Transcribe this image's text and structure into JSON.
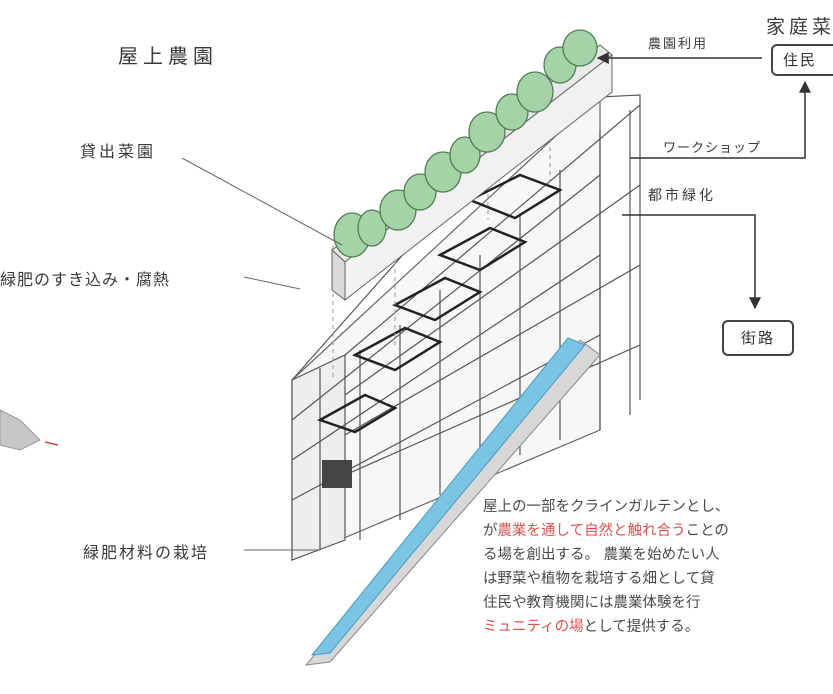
{
  "labels": {
    "rooftop_farm": "屋上農園",
    "rental_garden": "貸出菜園",
    "green_manure_process": "緑肥のすき込み・腐熱",
    "green_manure_cultivation": "緑肥材料の栽培"
  },
  "flows": {
    "farm_use": "農園利用",
    "workshop": "ワークショップ",
    "urban_greening": "都市緑化"
  },
  "nodes": {
    "home_garden": "家庭菜",
    "resident": "住民",
    "street": "街路"
  },
  "description": {
    "l1": "屋上の一部をクラインガルテンとし、",
    "l2_pre": "が",
    "l2_hl": "農業を通して自然と触れ合う",
    "l2_post": "ことの",
    "l3": "る場を創出する。 農業を始めたい人",
    "l4": "は野菜や植物を栽培する畑として貸",
    "l5": "住民や教育機関には農業体験を行",
    "l6_hl": "ミュニティの場",
    "l6_post": "として提供する。"
  },
  "colors": {
    "tree": "#a6d2a8",
    "water": "#7cc4e4",
    "highlight": "#d9534f",
    "line": "#555555"
  }
}
